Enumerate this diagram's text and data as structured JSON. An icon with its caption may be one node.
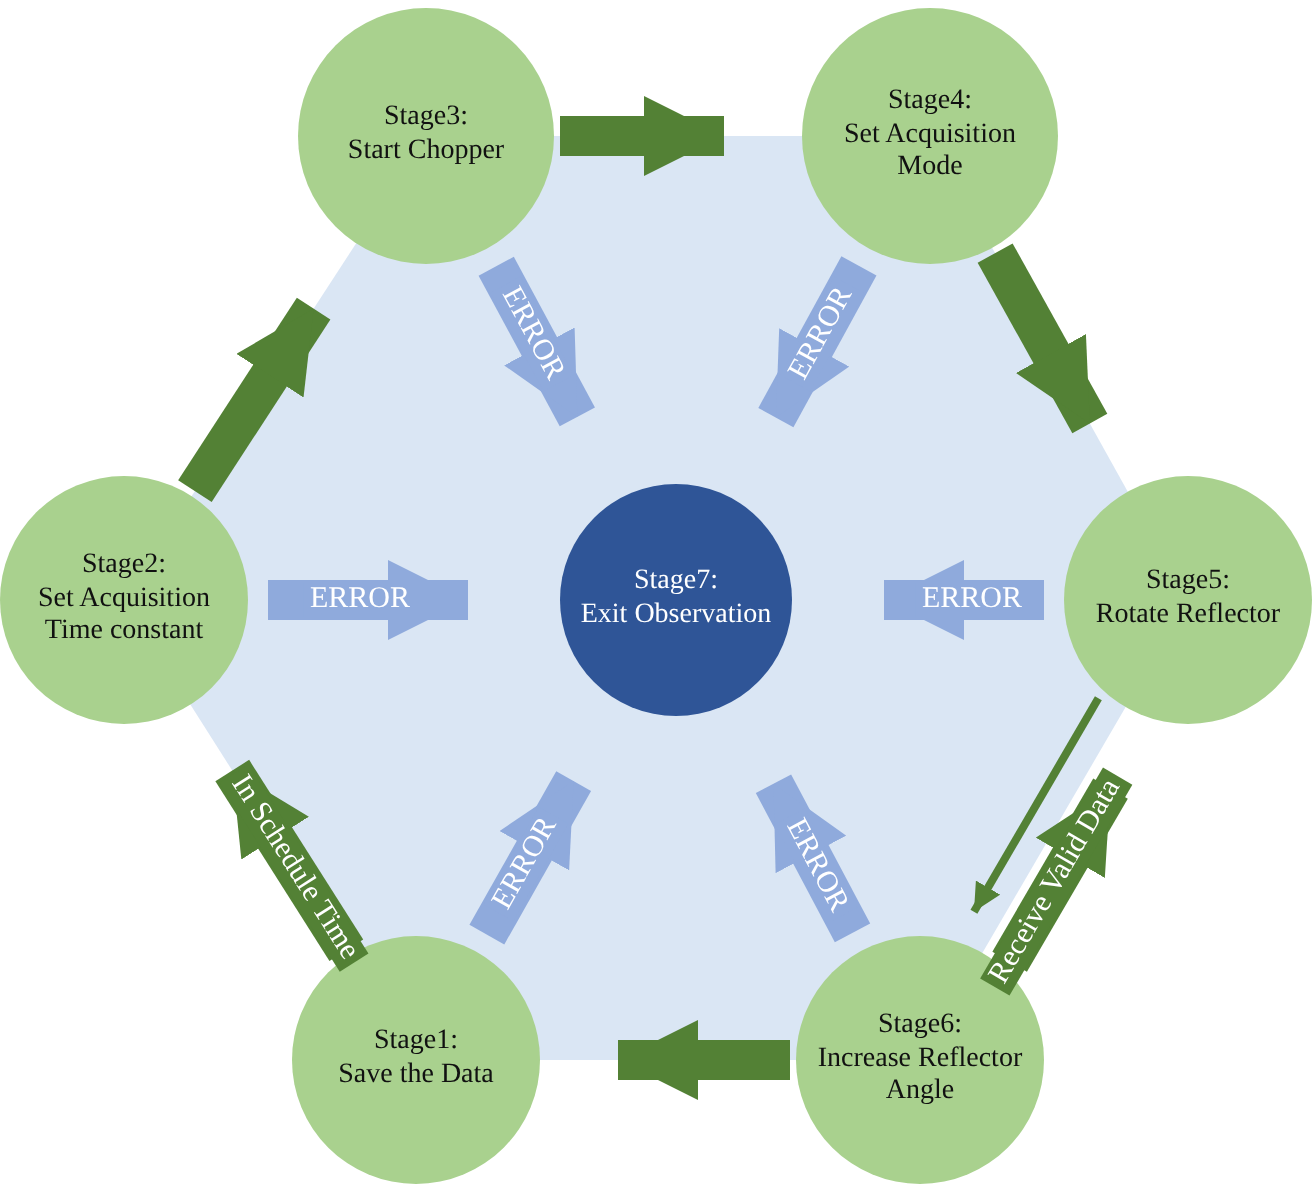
{
  "diagram": {
    "nodes": [
      {
        "text": [
          "Stage3:",
          "Start Chopper"
        ]
      },
      {
        "text": [
          "Stage4:",
          "Set Acquisition Mode"
        ]
      },
      {
        "text": [
          "Stage2:",
          "Set Acquisition Time constant"
        ]
      },
      {
        "text": [
          "Stage7:",
          "Exit Observation"
        ]
      },
      {
        "text": [
          "Stage5:",
          "Rotate Reflector"
        ]
      },
      {
        "text": [
          "Stage1:",
          "Save the Data"
        ]
      },
      {
        "text": [
          "Stage6:",
          "Increase Reflector Angle"
        ]
      }
    ],
    "edges": [
      {
        "from": 2,
        "to": 0,
        "arrow": "to"
      },
      {
        "from": 0,
        "to": 1,
        "arrow": "to"
      },
      {
        "from": 1,
        "to": 4,
        "arrow": "to"
      },
      {
        "from": 4,
        "to": 6,
        "arrow": "to"
      },
      {
        "from": 6,
        "to": 4,
        "arrow": "to",
        "label": "Receive Valid Data"
      },
      {
        "from": 6,
        "to": 5,
        "arrow": "to"
      },
      {
        "from": 5,
        "to": 2,
        "arrow": "to",
        "label": "In Schedule Time"
      },
      {
        "from": 0,
        "to": 3,
        "arrow": "to",
        "color": "#8faadc",
        "label": "ERROR"
      },
      {
        "from": 1,
        "to": 3,
        "arrow": "to",
        "color": "#8faadc",
        "label": "ERROR"
      },
      {
        "from": 2,
        "to": 3,
        "arrow": "to",
        "color": "#8faadc",
        "label": "ERROR"
      },
      {
        "from": 4,
        "to": 3,
        "arrow": "to",
        "color": "#8faadc",
        "label": "ERROR"
      },
      {
        "from": 5,
        "to": 3,
        "arrow": "to",
        "color": "#8faadc",
        "label": "ERROR"
      },
      {
        "from": 6,
        "to": 3,
        "arrow": "to",
        "color": "#8faadc",
        "label": "ERROR"
      }
    ]
  }
}
